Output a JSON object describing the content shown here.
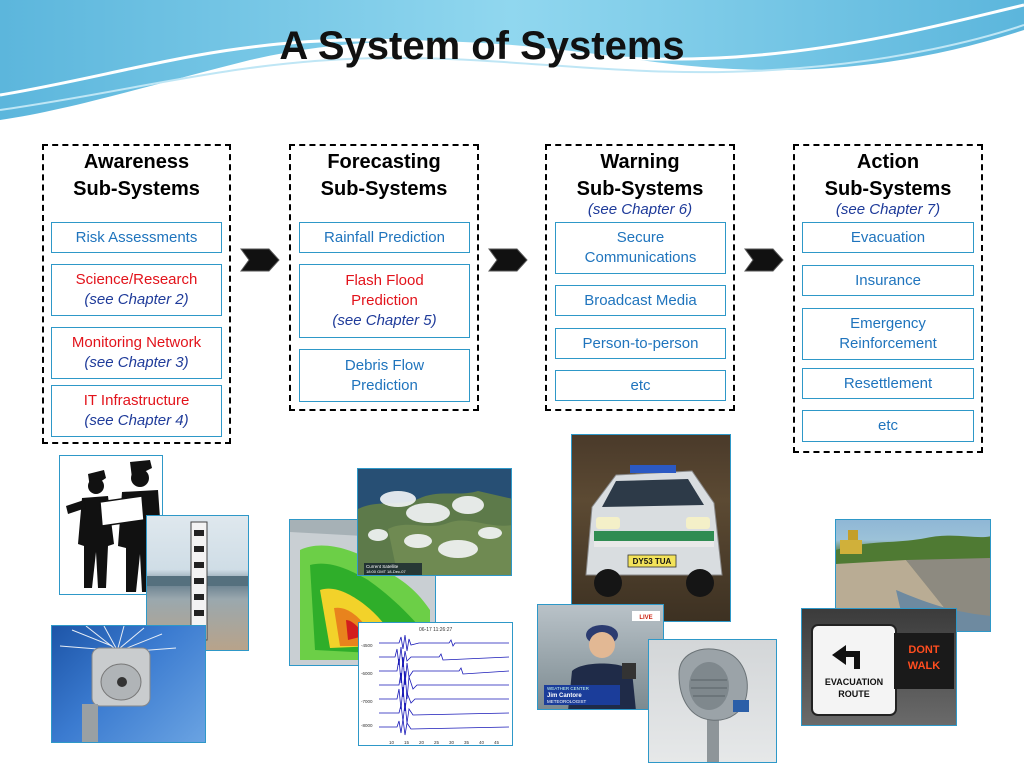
{
  "title": "A System of Systems",
  "columns": {
    "awareness": {
      "heading_line1": "Awareness",
      "heading_line2": "Sub-Systems",
      "items": [
        {
          "label": "Risk Assessments"
        },
        {
          "label": "Science/Research",
          "note": "(see Chapter 2)"
        },
        {
          "label": "Monitoring Network",
          "note": "(see Chapter 3)"
        },
        {
          "label": "IT Infrastructure",
          "note": "(see Chapter 4)"
        }
      ]
    },
    "forecasting": {
      "heading_line1": "Forecasting",
      "heading_line2": "Sub-Systems",
      "items": [
        {
          "label": "Rainfall Prediction"
        },
        {
          "label_line1": "Flash Flood",
          "label_line2": "Prediction",
          "note": "(see Chapter 5)"
        },
        {
          "label_line1": "Debris Flow",
          "label_line2": "Prediction"
        }
      ]
    },
    "warning": {
      "heading_line1": "Warning",
      "heading_line2": "Sub-Systems",
      "chapter_ref": "(see Chapter 6)",
      "items": [
        {
          "label_line1": "Secure",
          "label_line2": "Communications"
        },
        {
          "label": "Broadcast Media"
        },
        {
          "label": "Person-to-person"
        },
        {
          "label": "etc"
        }
      ]
    },
    "action": {
      "heading_line1": "Action",
      "heading_line2": "Sub-Systems",
      "chapter_ref": "(see Chapter 7)",
      "items": [
        {
          "label": "Evacuation"
        },
        {
          "label": "Insurance"
        },
        {
          "label_line1": "Emergency",
          "label_line2": "Reinforcement"
        },
        {
          "label": "Resettlement"
        },
        {
          "label": "etc"
        }
      ]
    }
  },
  "photo_text": {
    "satellite_caption_line1": "Current Satellite",
    "satellite_caption_line2": "18:00 GMT 18-Dec-07",
    "seismo_header": "06-17 11:26:27",
    "seismo_y_labels": [
      "-4500",
      "-6000",
      "-7000",
      "-8000"
    ],
    "seismo_x_labels": [
      "10",
      "15",
      "20",
      "25",
      "30",
      "35",
      "40",
      "45"
    ],
    "plate": "DY53 TUA",
    "tv_live": "LIVE",
    "tv_network": "WEATHER CENTER",
    "tv_name": "Jim Cantore",
    "tv_role": "METEOROLOGIST",
    "sign_line1": "EVACUATION",
    "sign_line2": "ROUTE",
    "signal_line1": "DONT",
    "signal_line2": "WALK"
  },
  "colors": {
    "accent_blue": "#1f74bd",
    "accent_red": "#e2131b",
    "note_blue": "#1f3b9a",
    "box_border": "#2e98c8"
  }
}
